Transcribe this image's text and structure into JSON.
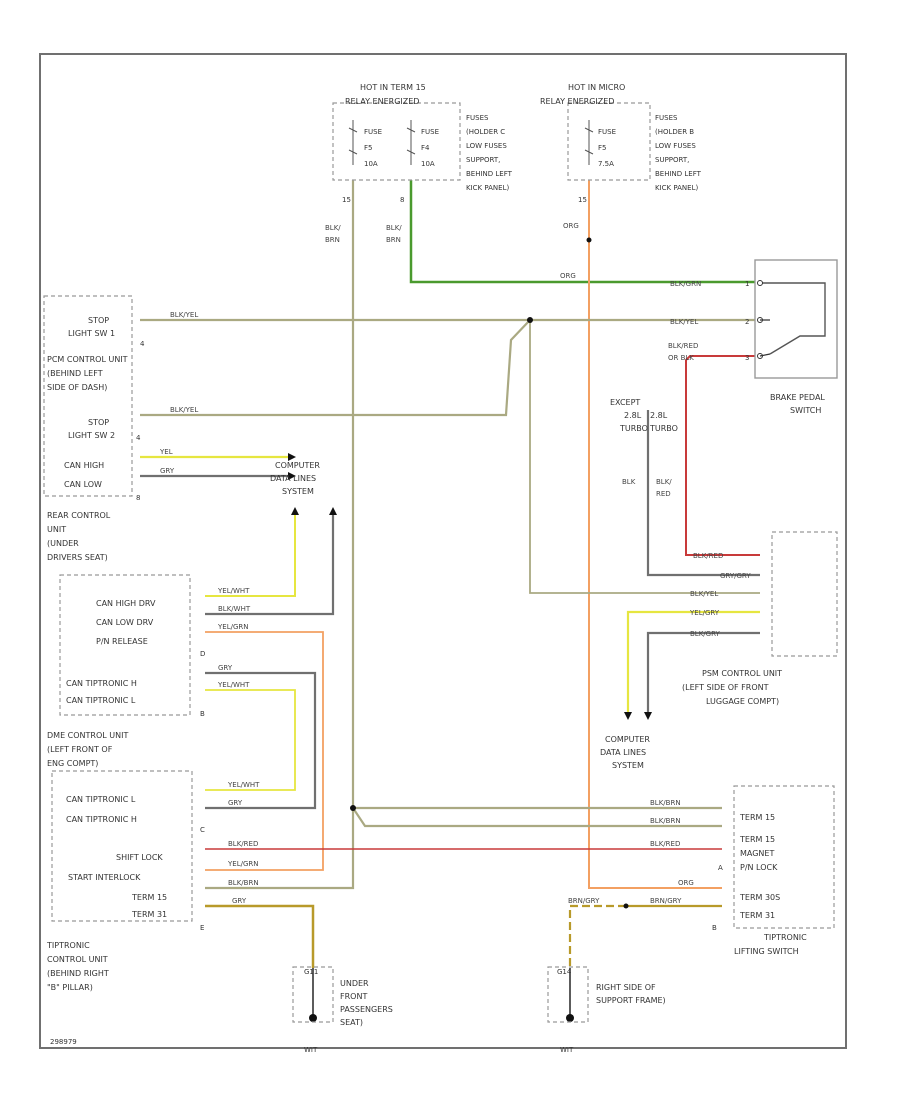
{
  "colors": {
    "grn": "#4a9a2e",
    "olive": "#aaa982",
    "yel": "#e6e640",
    "gry": "#707070",
    "red": "#c83a3a",
    "org": "#f3a062",
    "yelbrn": "#b89a2a",
    "yelblk": "#e0d84a",
    "frame": "#707070",
    "text": "#333333"
  },
  "power": {
    "hot15": [
      "HOT IN TERM 15",
      "RELAY ENERGIZED"
    ],
    "hotmicro": [
      "HOT IN MICRO",
      "RELAY ENERGIZED"
    ],
    "fuse_l1": [
      "FUSE",
      "F5",
      "10A"
    ],
    "fuse_l2": [
      "FUSE",
      "F4",
      "10A"
    ],
    "fuse_r": [
      "FUSE",
      "F5",
      "7.5A"
    ],
    "fuse_desc_l": [
      "FUSES",
      "(HOLDER C",
      "LOW FUSES",
      "SUPPORT,",
      "BEHIND LEFT",
      "KICK PANEL)"
    ],
    "fuse_desc_r": [
      "FUSES",
      "(HOLDER B",
      "LOW FUSES",
      "SUPPORT,",
      "BEHIND LEFT",
      "KICK PANEL)"
    ],
    "pin_l1": "15",
    "pin_l2": "8",
    "pin_r": "15",
    "wire_blkbrn1": [
      "BLK/",
      "BRN"
    ],
    "wire_blkbrn2": [
      "BLK/",
      "BRN"
    ],
    "wire_org1": "ORG",
    "wire_org2": "ORG"
  },
  "brake_switch": {
    "label": [
      "BRAKE PEDAL",
      "SWITCH"
    ],
    "w1": "BLK/GRN",
    "w2": "BLK/YEL",
    "w3": [
      "BLK/RED",
      "OR BLK"
    ],
    "p1": "1",
    "p2": "2",
    "p3": "3"
  },
  "pcm": {
    "stop1": [
      "STOP",
      "LIGHT SW 1"
    ],
    "stop2": [
      "STOP",
      "LIGHT SW 2"
    ],
    "desc": [
      "PCM CONTROL UNIT",
      "(BEHIND LEFT",
      "SIDE OF DASH)"
    ],
    "pin_a": "4",
    "pin_b": "4",
    "w_stop1": "BLK/YEL",
    "w_stop2": "BLK/YEL"
  },
  "rear_cu": {
    "canh": "CAN HIGH",
    "canl": "CAN LOW",
    "pin": "8",
    "wy": "YEL",
    "wg": "GRY",
    "desc": [
      "REAR CONTROL",
      "UNIT",
      "(UNDER",
      "DRIVERS SEAT)"
    ]
  },
  "cdl": {
    "top": [
      "COMPUTER",
      "DATA LINES",
      "SYSTEM"
    ],
    "bottom": [
      "COMPUTER",
      "DATA LINES",
      "SYSTEM"
    ]
  },
  "dme": {
    "canh": "CAN HIGH DRV",
    "canl": "CAN LOW DRV",
    "pn": "P/N RELEASE",
    "pin": "D",
    "ttch": "CAN TIPTRONIC H",
    "ttcl": "CAN TIPTRONIC L",
    "pin2": "B",
    "w1": "YEL/WHT",
    "w2": "BLK/WHT",
    "w3": "YEL/GRN",
    "w4": "GRY",
    "w5": "YEL/WHT",
    "desc": [
      "DME CONTROL UNIT",
      "(LEFT FRONT OF",
      "ENG COMPT)"
    ]
  },
  "excepts": {
    "e1": [
      "EXCEPT",
      "2.8L",
      "TURBO"
    ],
    "e2": [
      "2.8L",
      "TURBO"
    ],
    "w_blk": "BLK",
    "w_blkred": [
      "BLK/",
      "RED"
    ]
  },
  "psm": {
    "w1": "BLK/RED",
    "w2": "GRY/GRY",
    "w3": "BLK/YEL",
    "w4": "YEL/GRY",
    "w5": "BLK/GRY",
    "desc": [
      "PSM CONTROL UNIT",
      "(LEFT SIDE OF FRONT",
      "LUGGAGE COMPT)"
    ]
  },
  "tcu": {
    "canl": "CAN TIPTRONIC L",
    "canh": "CAN TIPTRONIC H",
    "pin": "C",
    "shift": "SHIFT LOCK",
    "start": "START INTERLOCK",
    "t15": "TERM 15",
    "t31": "TERM 31",
    "pinE": "E",
    "w1": "YEL/WHT",
    "w2": "GRY",
    "w3": "BLK/RED",
    "w4": "YEL/GRN",
    "w5": "BLK/BRN",
    "w6": "GRY",
    "desc": [
      "TIPTRONIC",
      "CONTROL UNIT",
      "(BEHIND RIGHT",
      "\"B\" PILLAR)"
    ]
  },
  "tls": {
    "t15a": "TERM 15",
    "t15b": [
      "TERM 15",
      "MAGNET"
    ],
    "pl": "P/N LOCK",
    "pinA": "A",
    "t30": "TERM 30S",
    "t31": "TERM 31",
    "pinB": "B",
    "w1": "BLK/BRN",
    "w2": "BLK/BRN",
    "w3": "BLK/RED",
    "w4": "ORG",
    "w5": "BRN/GRY",
    "w6": "BRN/GRY",
    "desc": [
      "TIPTRONIC",
      "LIFTING SWITCH"
    ]
  },
  "grounds": {
    "g1": [
      "UNDER",
      "FRONT",
      "PASSENGERS",
      "SEAT)"
    ],
    "g2": [
      "RIGHT SIDE OF",
      "SUPPORT FRAME)"
    ],
    "g1tag": "G11",
    "g2tag": "G14",
    "g1bot": "WIT",
    "g2bot": "WIT"
  },
  "footer": "298979"
}
